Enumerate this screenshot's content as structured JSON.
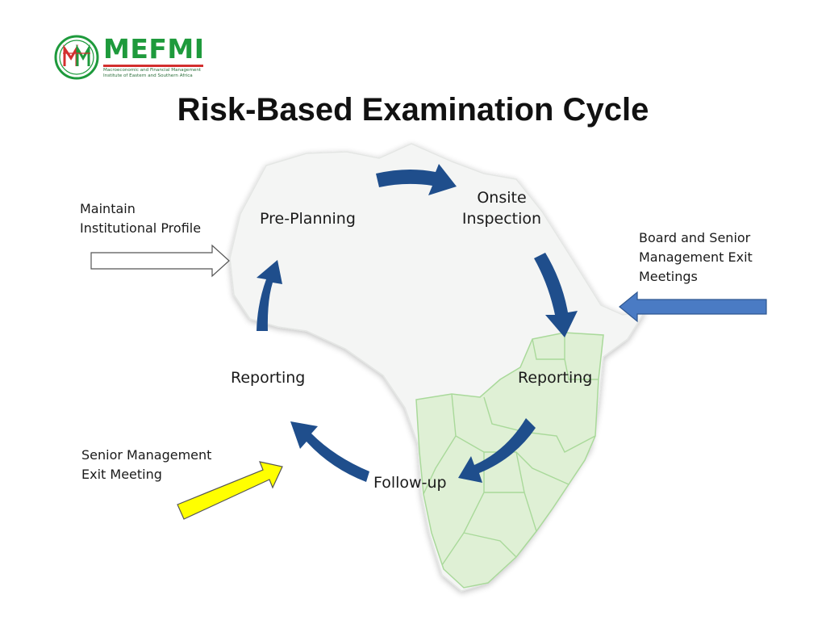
{
  "logo": {
    "wordmark": "MEFMI",
    "subtitle_line1": "Macroeconomic and Financial Management",
    "subtitle_line2": "Institute of Eastern and Southern Africa",
    "colors": {
      "green": "#1e9a3c",
      "red": "#d32f2f"
    }
  },
  "title": "Risk-Based Examination Cycle",
  "cycle": {
    "pre_planning": "Pre-Planning",
    "onsite_line1": "Onsite",
    "onsite_line2": "Inspection",
    "reporting_right": "Reporting",
    "follow_up": "Follow-up",
    "reporting_left": "Reporting",
    "arrow_color": "#1f4e8c"
  },
  "inputs": {
    "maintain_line1": "Maintain",
    "maintain_line2": "Institutional Profile",
    "board_line1": "Board and Senior",
    "board_line2": "Management Exit",
    "board_line3": "Meetings",
    "senior_line1": "Senior Management",
    "senior_line2": "Exit Meeting",
    "colors": {
      "white_arrow": "#ffffff",
      "blue_arrow": "#4a7bc4",
      "yellow_arrow": "#ffff00"
    }
  },
  "map_colors": {
    "continent": "#f4f5f4",
    "highlight": "#dff0d5",
    "border": "#a9d99a"
  }
}
